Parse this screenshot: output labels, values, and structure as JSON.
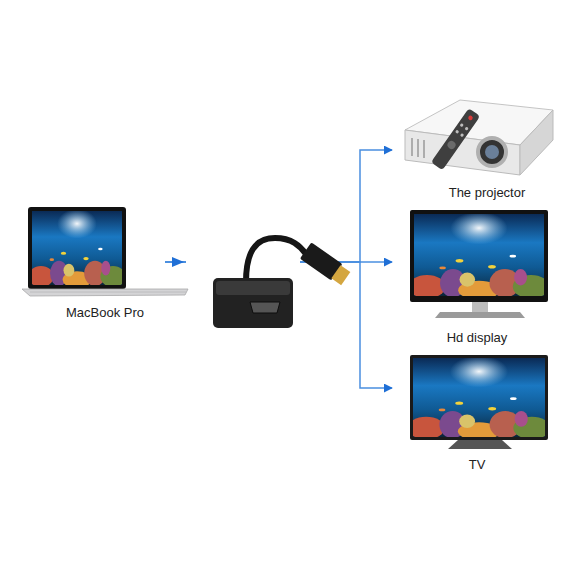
{
  "diagram": {
    "nodes": [
      {
        "text": [
          "MacBook Pro"
        ]
      },
      {
        "text": [
          "The projector"
        ]
      },
      {
        "text": [
          "Hd display"
        ]
      },
      {
        "text": [
          "TV"
        ]
      }
    ],
    "edges": [
      {
        "from": 0,
        "to": 1,
        "arrow": "to"
      },
      {
        "from": 0,
        "to": 2,
        "arrow": "to"
      },
      {
        "from": 0,
        "to": 3,
        "arrow": "to"
      }
    ]
  }
}
